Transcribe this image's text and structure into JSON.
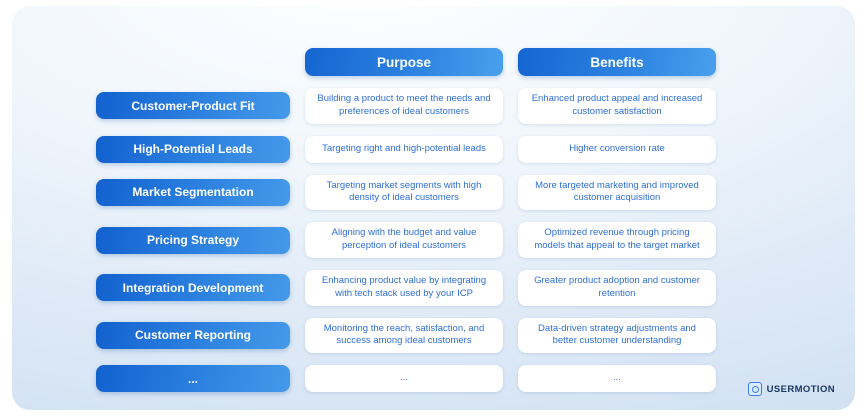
{
  "colors": {
    "pill_gradient_start": "#1261cf",
    "pill_gradient_end": "#4599e9",
    "cell_text": "#2e6fd3",
    "card_background_edge": "#cfe0f2",
    "brand_text": "#17365e"
  },
  "table": {
    "headers": {
      "purpose": "Purpose",
      "benefits": "Benefits"
    },
    "rows": [
      {
        "label": "Customer-Product Fit",
        "purpose": "Building a product to meet the needs and preferences of ideal customers",
        "benefits": "Enhanced product appeal and increased customer satisfaction"
      },
      {
        "label": "High-Potential Leads",
        "purpose": "Targeting right and high-potential leads",
        "benefits": "Higher conversion rate"
      },
      {
        "label": "Market Segmentation",
        "purpose": "Targeting market segments with high density of ideal customers",
        "benefits": "More targeted marketing and improved customer acquisition"
      },
      {
        "label": "Pricing Strategy",
        "purpose": "Aligning with the budget and value perception of ideal customers",
        "benefits": "Optimized revenue through pricing models that appeal to the target market"
      },
      {
        "label": "Integration Development",
        "purpose": "Enhancing product value by integrating with tech stack used by your ICP",
        "benefits": "Greater product adoption and customer retention"
      },
      {
        "label": "Customer Reporting",
        "purpose": "Monitoring the reach, satisfaction, and success among ideal customers",
        "benefits": "Data-driven strategy adjustments and better customer understanding"
      },
      {
        "label": "...",
        "purpose": "...",
        "benefits": "..."
      }
    ]
  },
  "footer": {
    "brand": "USERMOTION"
  }
}
